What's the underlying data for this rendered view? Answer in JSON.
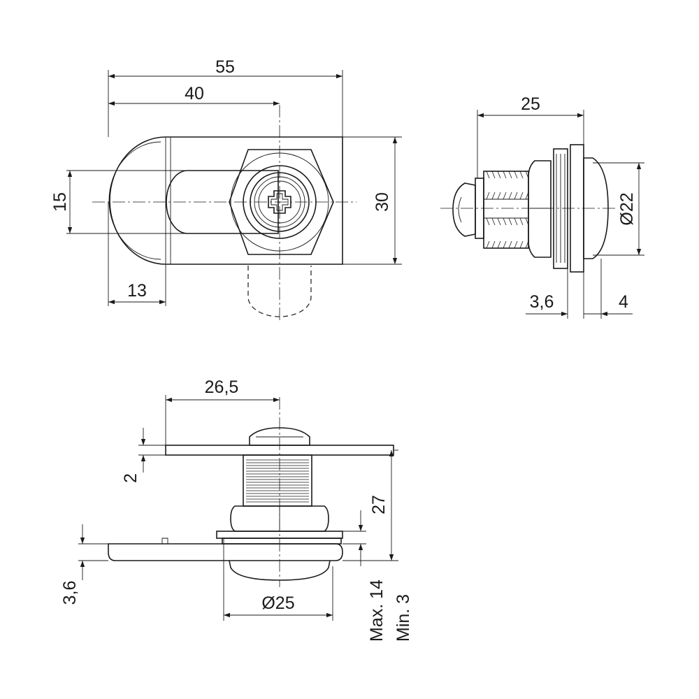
{
  "colors": {
    "line": "#1a1a1a",
    "background": "#ffffff"
  },
  "front_view": {
    "dim_overall_width": "55",
    "dim_cam_to_axis": "40",
    "dim_cam_width": "15",
    "dim_height": "30",
    "dim_cam_tip": "13"
  },
  "side_view": {
    "dim_length": "25",
    "dim_diameter": "Ø22",
    "dim_washer": "3,6",
    "dim_head": "4"
  },
  "bottom_view": {
    "dim_cam_reach": "26,5",
    "dim_cam_thickness": "2",
    "dim_body_length": "27",
    "dim_plate": "3,6",
    "dim_flange_diameter": "Ø25",
    "dim_max_panel": "Max. 14",
    "dim_min_panel": "Min. 3"
  }
}
